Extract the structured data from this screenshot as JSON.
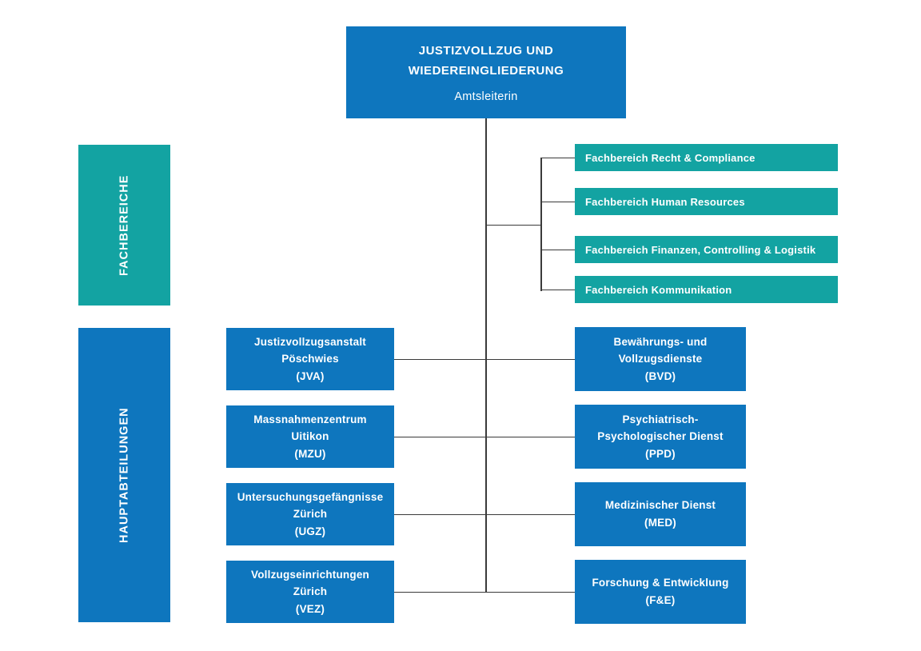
{
  "colors": {
    "blue": "#0E76BE",
    "teal": "#13A3A2",
    "line": "#3A3A3A",
    "text_white": "#FFFFFF",
    "background": "#FFFFFF"
  },
  "root": {
    "title_line1": "JUSTIZVOLLZUG UND",
    "title_line2": "WIEDEREINGLIEDERUNG",
    "subtitle": "Amtsleiterin"
  },
  "sections": {
    "fachbereiche": {
      "label": "FACHBEREICHE",
      "items": [
        {
          "label": "Fachbereich Recht & Compliance"
        },
        {
          "label": "Fachbereich Human Resources"
        },
        {
          "label": "Fachbereich Finanzen, Controlling & Logistik"
        },
        {
          "label": "Fachbereich Kommunikation"
        }
      ]
    },
    "hauptabteilungen": {
      "label": "HAUPTABTEILUNGEN",
      "left_items": [
        {
          "lines": [
            "Justizvollzugsanstalt",
            "Pöschwies",
            "(JVA)"
          ]
        },
        {
          "lines": [
            "Massnahmenzentrum",
            "Uitikon",
            "(MZU)"
          ]
        },
        {
          "lines": [
            "Untersuchungsgefängnisse",
            "Zürich",
            "(UGZ)"
          ]
        },
        {
          "lines": [
            "Vollzugseinrichtungen",
            "Zürich",
            "(VEZ)"
          ]
        }
      ],
      "right_items": [
        {
          "lines": [
            "Bewährungs- und",
            "Vollzugsdienste",
            "(BVD)"
          ]
        },
        {
          "lines": [
            "Psychiatrisch-",
            "Psychologischer Dienst",
            "(PPD)"
          ]
        },
        {
          "lines": [
            "Medizinischer Dienst",
            "(MED)"
          ]
        },
        {
          "lines": [
            "Forschung & Entwicklung",
            "(F&E)"
          ]
        }
      ]
    }
  }
}
